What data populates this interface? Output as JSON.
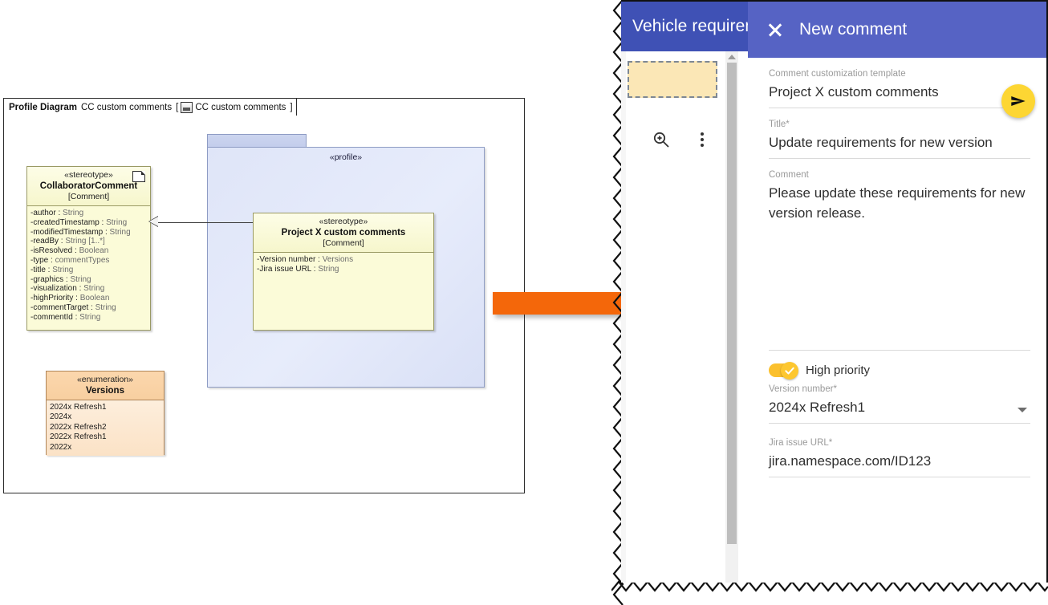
{
  "diagram": {
    "tab": {
      "kind": "Profile Diagram",
      "name": "CC custom comments",
      "bracket_open": "[",
      "owner_icon": "diagram-icon",
      "owner": "CC custom comments",
      "bracket_close": "]"
    },
    "package": {
      "stereotype": "«profile»"
    },
    "collaborator_comment": {
      "stereotype": "«stereotype»",
      "name": "CollaboratorComment",
      "metaclass": "[Comment]",
      "attributes": [
        {
          "name": "-author : ",
          "type": "String"
        },
        {
          "name": "-createdTimestamp : ",
          "type": "String"
        },
        {
          "name": "-modifiedTimestamp : ",
          "type": "String"
        },
        {
          "name": "-readBy : ",
          "type": "String [1..*]"
        },
        {
          "name": "-isResolved : ",
          "type": "Boolean"
        },
        {
          "name": "-type : ",
          "type": "commentTypes"
        },
        {
          "name": "-title : ",
          "type": "String"
        },
        {
          "name": "-graphics : ",
          "type": "String"
        },
        {
          "name": "-visualization : ",
          "type": "String"
        },
        {
          "name": "-highPriority : ",
          "type": "Boolean"
        },
        {
          "name": "-commentTarget : ",
          "type": "String"
        },
        {
          "name": "-commentId : ",
          "type": "String"
        }
      ]
    },
    "project_x_comments": {
      "stereotype": "«stereotype»",
      "name": "Project X custom comments",
      "metaclass": "[Comment]",
      "attributes": [
        {
          "name": "-Version number : ",
          "type": "Versions"
        },
        {
          "name": "-Jira issue URL : ",
          "type": "String"
        }
      ]
    },
    "versions_enum": {
      "stereotype": "«enumeration»",
      "name": "Versions",
      "literals": [
        "2024x Refresh1",
        "2024x",
        "2022x Refresh2",
        "2022x Refresh1",
        "2022x"
      ]
    }
  },
  "app": {
    "topbar": {
      "document_title": "Vehicle requirements_review",
      "icons": [
        "cloud-upload-icon",
        "comment-icon",
        "apps-grid-icon",
        "account-icon",
        "more-vert-icon"
      ]
    },
    "canvas": {
      "zoom_icon": "zoom-in-icon",
      "more_icon": "more-vert-icon"
    },
    "comment_panel": {
      "close_icon": "close-icon",
      "title": "New comment",
      "send_icon": "send-icon",
      "fields": {
        "template": {
          "label": "Comment customization template",
          "value": "Project X custom comments"
        },
        "title": {
          "label": "Title*",
          "value": "Update requirements for new version"
        },
        "comment": {
          "label": "Comment",
          "value": "Please update these requirements for new version release."
        },
        "high_priority": {
          "label": "High priority",
          "state": "on"
        },
        "version_number": {
          "label": "Version number*",
          "value": "2024x Refresh1"
        },
        "jira_url": {
          "label": "Jira issue URL*",
          "value": "jira.namespace.com/ID123"
        }
      }
    }
  },
  "colors": {
    "brand_purple": "#3f51b5",
    "panel_purple": "#5663c4",
    "accent_yellow": "#fdd633",
    "toggle_yellow": "#fbc02d",
    "arrow_orange": "#f4670a"
  }
}
